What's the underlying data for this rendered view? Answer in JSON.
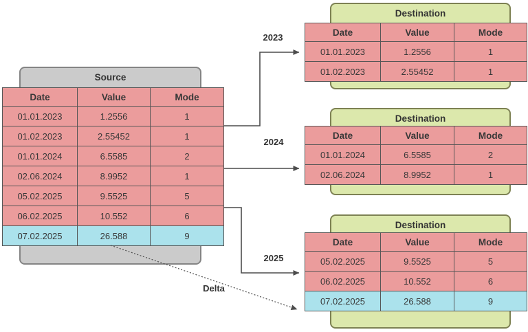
{
  "colors": {
    "pink_fill": "#eb9c9c",
    "cyan_fill": "#abe2ec",
    "green_fill": "#dce8ac",
    "green_border": "#7d8153",
    "gray_fill": "#cbcbcb",
    "gray_border": "#848484",
    "arrow": "#4c4c4c"
  },
  "source": {
    "title": "Source",
    "columns": [
      "Date",
      "Value",
      "Mode"
    ],
    "rows": [
      [
        "01.01.2023",
        "1.2556",
        "1"
      ],
      [
        "01.02.2023",
        "2.55452",
        "1"
      ],
      [
        "01.01.2024",
        "6.5585",
        "2"
      ],
      [
        "02.06.2024",
        "8.9952",
        "1"
      ],
      [
        "05.02.2025",
        "9.5525",
        "5"
      ],
      [
        "06.02.2025",
        "10.552",
        "6"
      ],
      [
        "07.02.2025",
        "26.588",
        "9"
      ]
    ],
    "highlight_row_index": 6
  },
  "destinations": [
    {
      "title": "Destination",
      "label": "2023",
      "columns": [
        "Date",
        "Value",
        "Mode"
      ],
      "rows": [
        [
          "01.01.2023",
          "1.2556",
          "1"
        ],
        [
          "01.02.2023",
          "2.55452",
          "1"
        ]
      ]
    },
    {
      "title": "Destination",
      "label": "2024",
      "columns": [
        "Date",
        "Value",
        "Mode"
      ],
      "rows": [
        [
          "01.01.2024",
          "6.5585",
          "2"
        ],
        [
          "02.06.2024",
          "8.9952",
          "1"
        ]
      ]
    },
    {
      "title": "Destination",
      "label": "2025",
      "columns": [
        "Date",
        "Value",
        "Mode"
      ],
      "rows": [
        [
          "05.02.2025",
          "9.5525",
          "5"
        ],
        [
          "06.02.2025",
          "10.552",
          "6"
        ],
        [
          "07.02.2025",
          "26.588",
          "9"
        ]
      ],
      "highlight_row_index": 2
    }
  ],
  "arrows": {
    "delta_label": "Delta"
  }
}
